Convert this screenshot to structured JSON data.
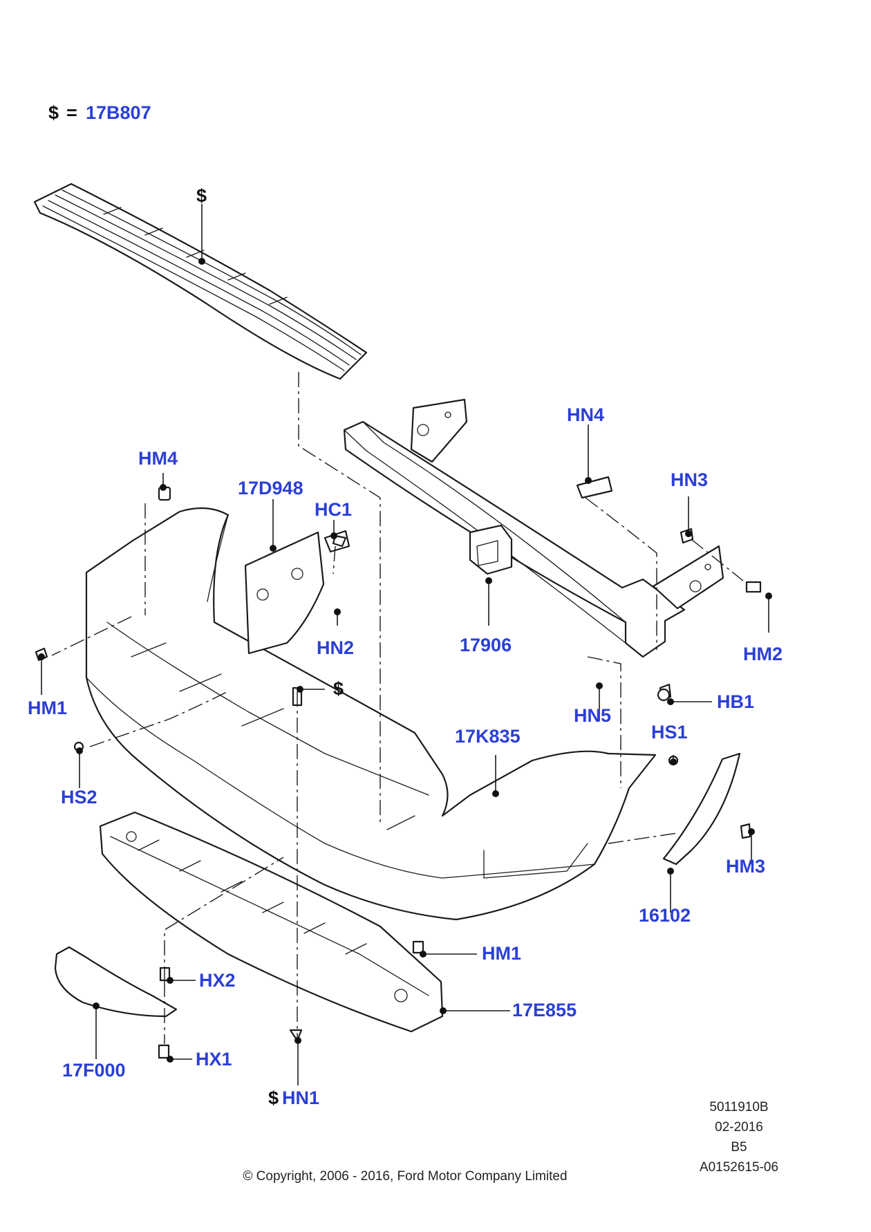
{
  "legend": {
    "symbol": "$",
    "equals": "=",
    "code": "17B807"
  },
  "callouts": [
    {
      "id": "tread-dollar",
      "text": "$",
      "kind": "dollar"
    },
    {
      "id": "hn4",
      "text": "HN4",
      "kind": "code"
    },
    {
      "id": "hm4",
      "text": "HM4",
      "kind": "code"
    },
    {
      "id": "p17d948",
      "text": "17D948",
      "kind": "code"
    },
    {
      "id": "hc1",
      "text": "HC1",
      "kind": "code"
    },
    {
      "id": "hn3",
      "text": "HN3",
      "kind": "code"
    },
    {
      "id": "hn2",
      "text": "HN2",
      "kind": "code"
    },
    {
      "id": "p17906",
      "text": "17906",
      "kind": "code"
    },
    {
      "id": "hm2",
      "text": "HM2",
      "kind": "code"
    },
    {
      "id": "hm1-left",
      "text": "HM1",
      "kind": "code"
    },
    {
      "id": "mid-dollar",
      "text": "$",
      "kind": "dollar"
    },
    {
      "id": "hb1",
      "text": "HB1",
      "kind": "code"
    },
    {
      "id": "hn5",
      "text": "HN5",
      "kind": "code"
    },
    {
      "id": "p17k835",
      "text": "17K835",
      "kind": "code"
    },
    {
      "id": "hs1",
      "text": "HS1",
      "kind": "code"
    },
    {
      "id": "hs2",
      "text": "HS2",
      "kind": "code"
    },
    {
      "id": "hm3",
      "text": "HM3",
      "kind": "code"
    },
    {
      "id": "p16102",
      "text": "16102",
      "kind": "code"
    },
    {
      "id": "hm1-bottom",
      "text": "HM1",
      "kind": "code"
    },
    {
      "id": "hx2",
      "text": "HX2",
      "kind": "code"
    },
    {
      "id": "p17e855",
      "text": "17E855",
      "kind": "code"
    },
    {
      "id": "hx1",
      "text": "HX1",
      "kind": "code"
    },
    {
      "id": "p17f000",
      "text": "17F000",
      "kind": "code"
    },
    {
      "id": "hn1-dollar",
      "text": "$",
      "kind": "dollar"
    },
    {
      "id": "hn1",
      "text": "HN1",
      "kind": "code"
    }
  ],
  "info": {
    "drawing_number": "5011910B",
    "date": "02-2016",
    "revision": "B5",
    "reference": "A0152615-06"
  },
  "copyright": "© Copyright, 2006 - 2016, Ford Motor Company Limited",
  "colors": {
    "callout": "#2b3fd6",
    "line": "#1a1a1a",
    "background": "#ffffff"
  }
}
